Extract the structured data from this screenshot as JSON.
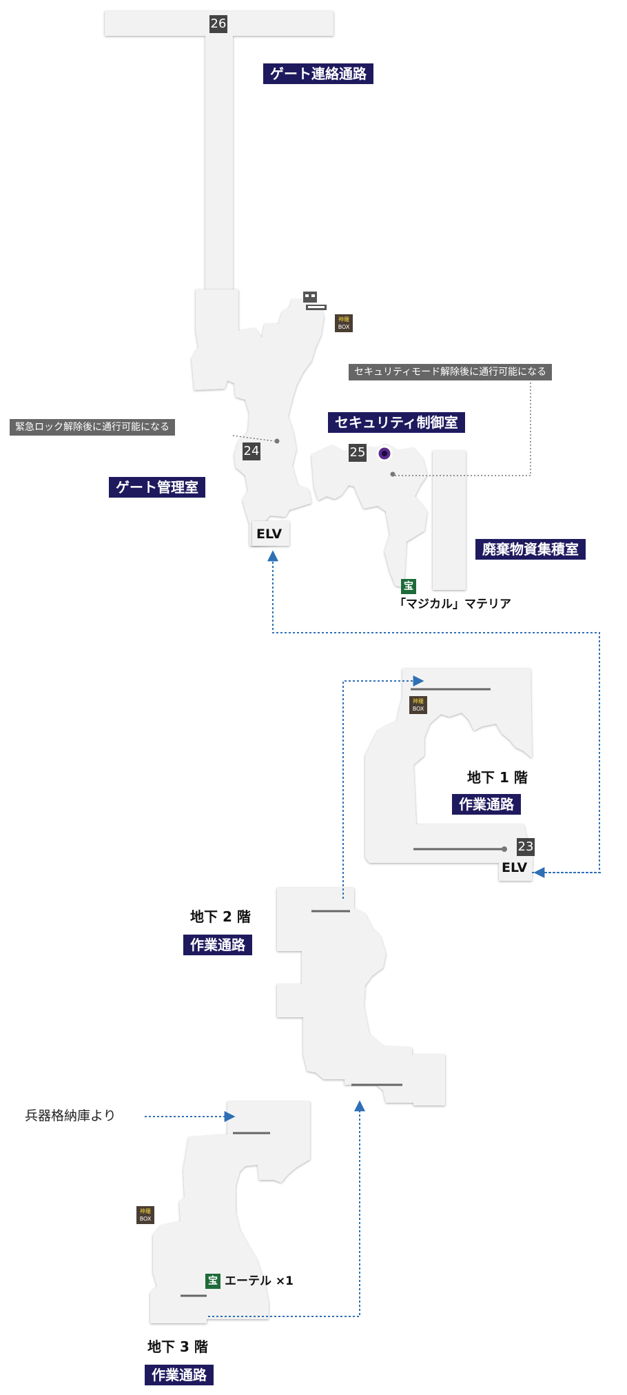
{
  "areas": {
    "gate_corridor": "ゲート連絡通路",
    "security_control_room": "セキュリティ制御室",
    "gate_management_room": "ゲート管理室",
    "waste_collection_room": "廃棄物資集積室",
    "work_passage_b1": "作業通路",
    "work_passage_b2": "作業通路",
    "work_passage_b3": "作業通路"
  },
  "notes": {
    "security_mode": "セキュリティモード解除後に通行可能になる",
    "emergency_lock": "緊急ロック解除後に通行可能になる"
  },
  "floors": {
    "b1": "地下 1 階",
    "b2": "地下 2 階",
    "b3": "地下 3 階"
  },
  "points": {
    "p26": "26",
    "p25": "25",
    "p24": "24",
    "p23": "23"
  },
  "elevators": {
    "top": "ELV",
    "b1": "ELV"
  },
  "treasures": {
    "badge": "宝",
    "magical_materia": "「マジカル」マテリア",
    "ether": "エーテル ×1"
  },
  "shinra_box": {
    "line1": "神羅",
    "line2": "BOX"
  },
  "external": {
    "from_weapons_storage": "兵器格納庫より"
  },
  "colors": {
    "area_bg": "#1f1a5e",
    "note_bg": "#666666",
    "route_line": "#2e6fb5",
    "treasure_bg": "#1e6b3a",
    "floor_fill": "#f2f2f2",
    "marker_purple": "#5a2a8a"
  }
}
